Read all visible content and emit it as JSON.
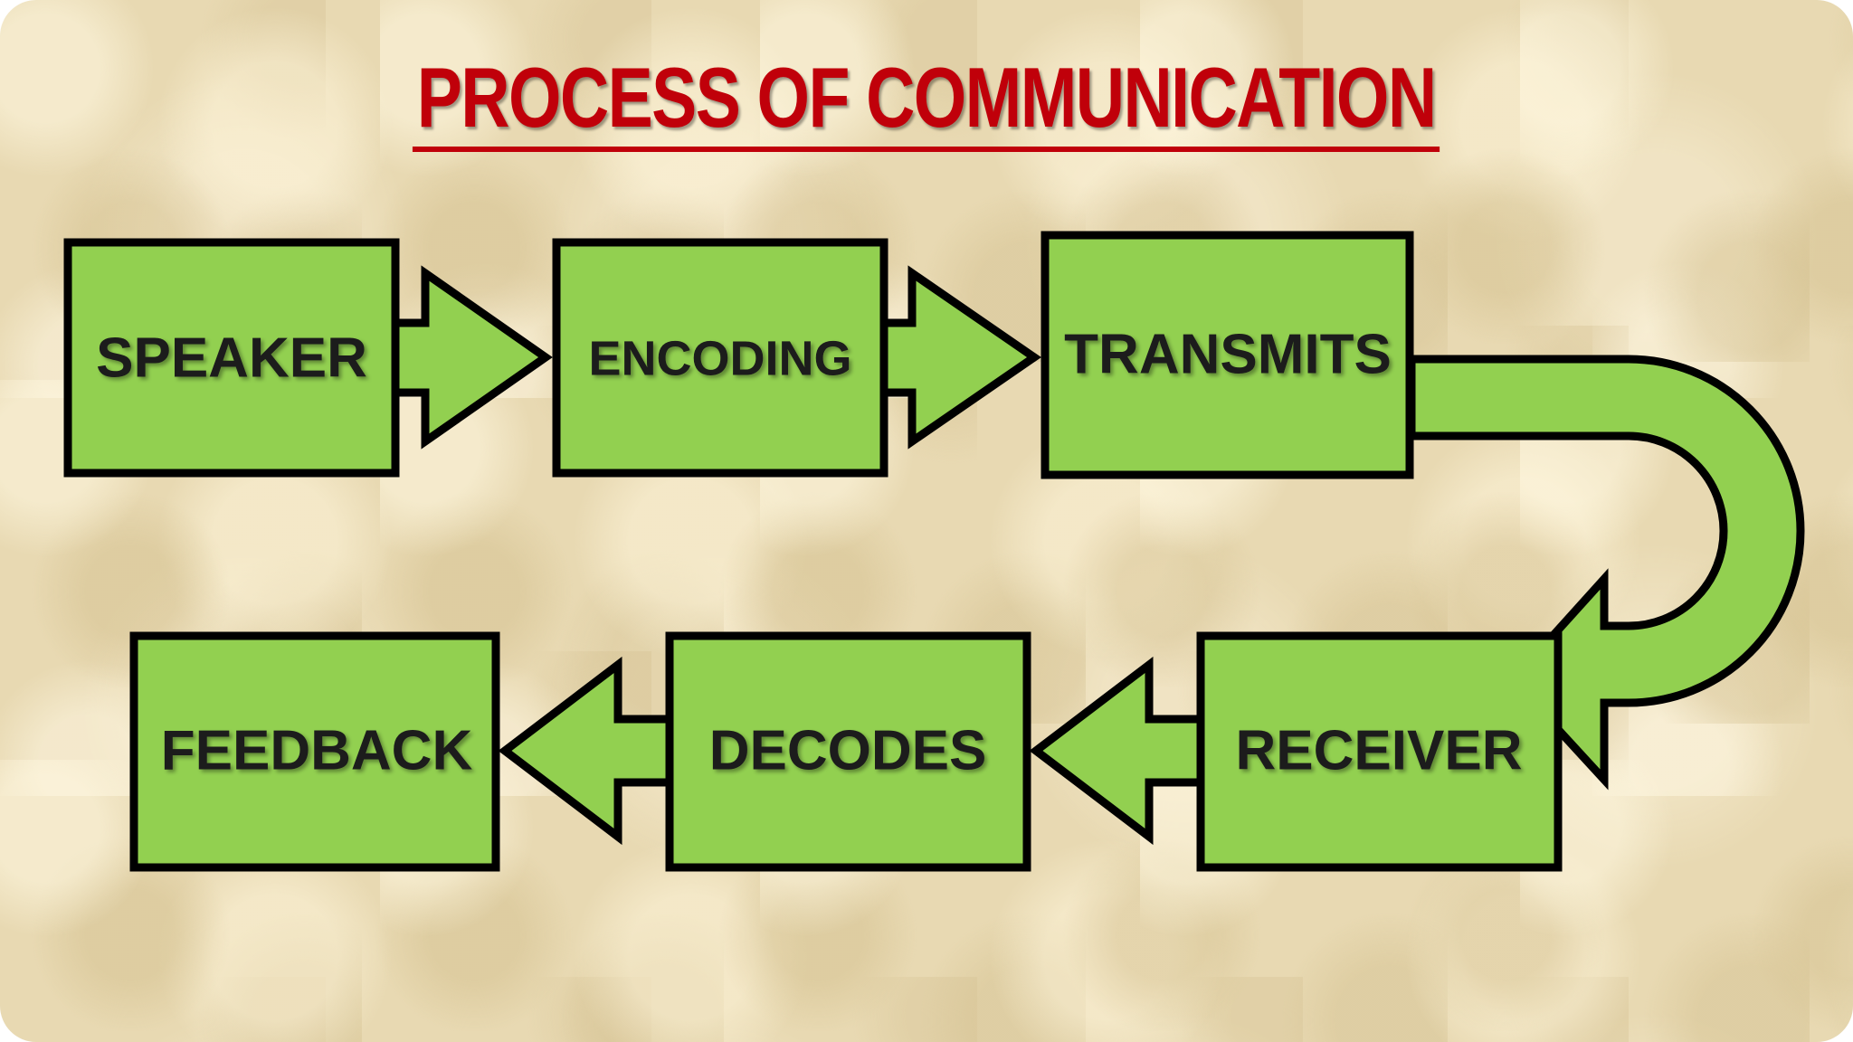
{
  "title": "PROCESS OF COMMUNICATION",
  "steps": {
    "speaker": "SPEAKER",
    "encoding": "ENCODING",
    "transmits": "TRANSMITS",
    "receiver": "RECEIVER",
    "decodes": "DECODES",
    "feedback": "FEEDBACK"
  },
  "colors": {
    "title": "#c0000a",
    "box_fill": "#92d050",
    "outline": "#000000",
    "background": "#e8d9b2"
  }
}
